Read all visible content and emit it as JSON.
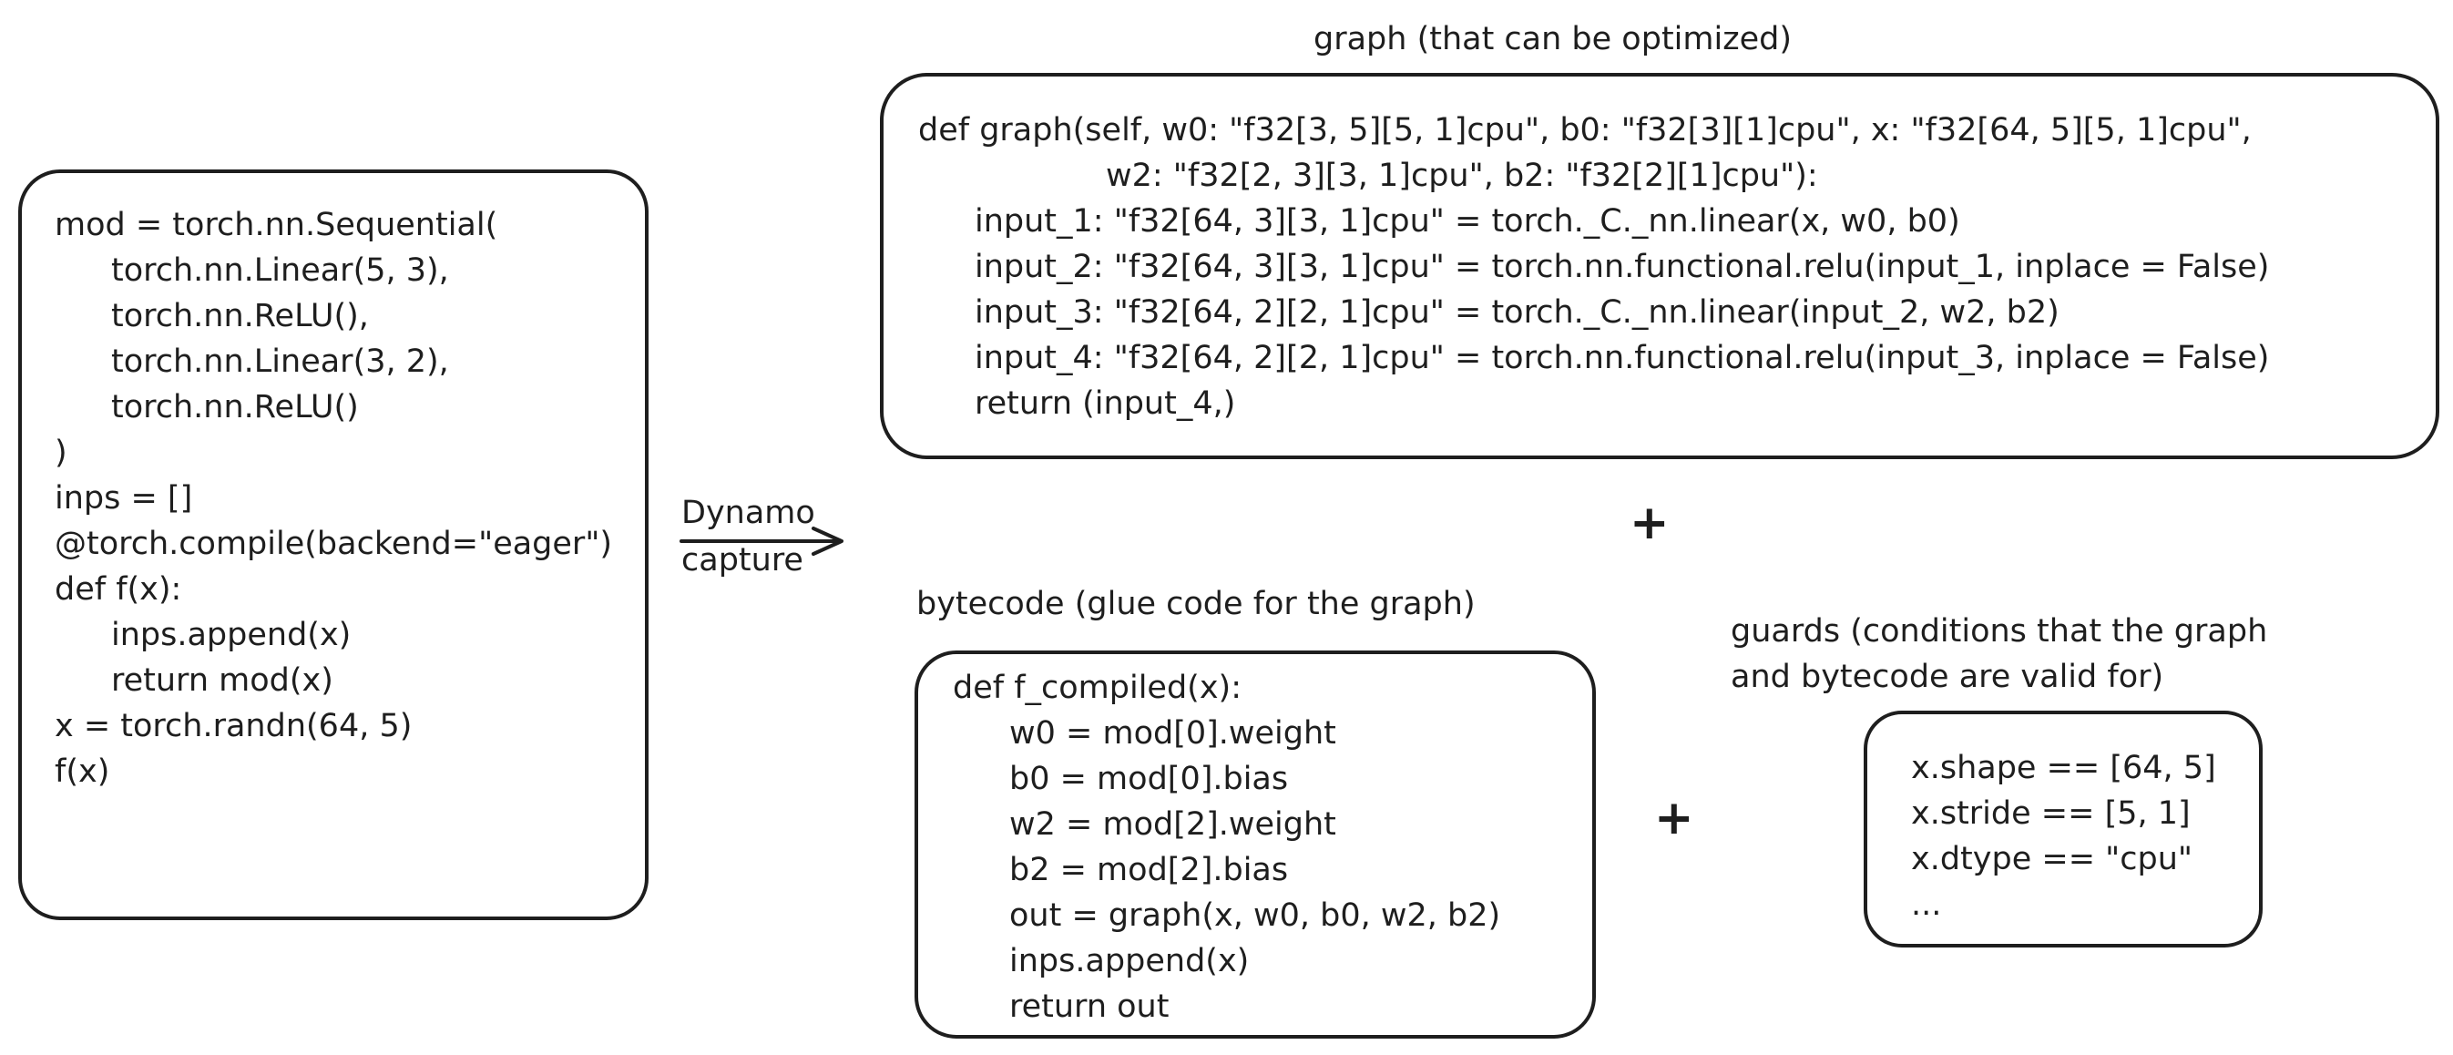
{
  "source_box": {
    "lines": [
      "mod = torch.nn.Sequential(",
      "torch.nn.Linear(5, 3),",
      "torch.nn.ReLU(),",
      "torch.nn.Linear(3, 2),",
      "torch.nn.ReLU()",
      ")",
      "inps = []",
      "",
      "@torch.compile(backend=\"eager\")",
      "def f(x):",
      "inps.append(x)",
      "return mod(x)",
      "",
      "x = torch.randn(64, 5)",
      "f(x)"
    ]
  },
  "arrow": {
    "label_top": "Dynamo",
    "label_bottom": "capture"
  },
  "graph_box": {
    "title": "graph (that can be optimized)",
    "lines": [
      "def graph(self, w0: \"f32[3, 5][5, 1]cpu\", b0: \"f32[3][1]cpu\", x: \"f32[64, 5][5, 1]cpu\",",
      "w2: \"f32[2, 3][3, 1]cpu\", b2: \"f32[2][1]cpu\"):",
      "input_1: \"f32[64, 3][3, 1]cpu\" = torch._C._nn.linear(x, w0, b0)",
      "input_2: \"f32[64, 3][3, 1]cpu\" = torch.nn.functional.relu(input_1, inplace = False)",
      "input_3: \"f32[64, 2][2, 1]cpu\" = torch._C._nn.linear(input_2, w2, b2)",
      "input_4: \"f32[64, 2][2, 1]cpu\" = torch.nn.functional.relu(input_3, inplace = False)",
      "return (input_4,)"
    ]
  },
  "plus_top": "+",
  "bytecode_box": {
    "title": "bytecode (glue code for the graph)",
    "lines": [
      "def f_compiled(x):",
      "w0 = mod[0].weight",
      "b0 = mod[0].bias",
      "w2 = mod[2].weight",
      "b2 = mod[2].bias",
      "out = graph(x, w0, b0, w2, b2)",
      "inps.append(x)",
      "return out"
    ]
  },
  "plus_bottom": "+",
  "guards_box": {
    "title_line1": "guards (conditions that the graph",
    "title_line2": "and bytecode are valid for)",
    "lines": [
      "x.shape == [64, 5]",
      "x.stride == [5, 1]",
      "x.dtype == \"cpu\"",
      "..."
    ]
  }
}
